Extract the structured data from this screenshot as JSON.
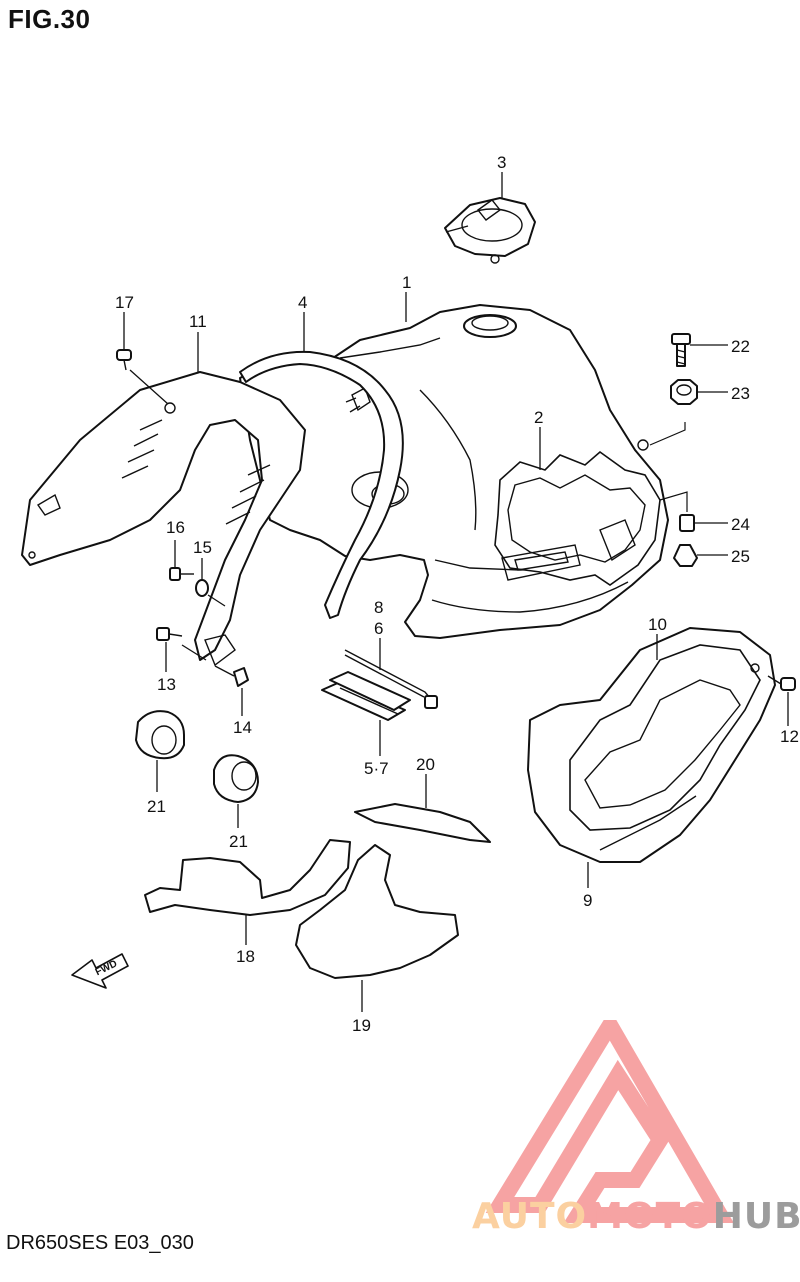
{
  "figure": {
    "title": "FIG.30",
    "code": "DR650SES E03_030"
  },
  "callouts": [
    "1",
    "2",
    "3",
    "4",
    "5·7",
    "8",
    "6",
    "9",
    "10",
    "11",
    "12",
    "13",
    "14",
    "15",
    "16",
    "17",
    "18",
    "19",
    "20",
    "21",
    "21",
    "22",
    "23",
    "24",
    "25"
  ],
  "arrow": {
    "label": "FWD"
  },
  "watermark": {
    "part1": "AUTO",
    "part2": "MOTO",
    "part3": "HUB",
    "colors": {
      "auto": "#fbd0a0",
      "moto": "#f6a3a3",
      "hub": "#9c9c9c",
      "triangle": "#f6a3a3"
    }
  }
}
